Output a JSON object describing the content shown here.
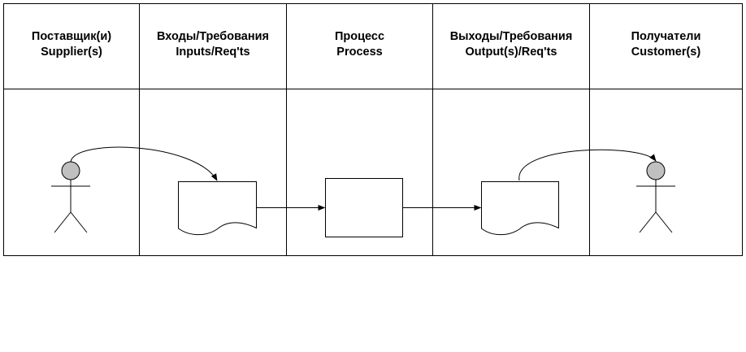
{
  "columns": [
    {
      "line1": "Поставщик(и)",
      "line2": "Supplier(s)"
    },
    {
      "line1": "Входы/Требования",
      "line2": "Inputs/Req'ts"
    },
    {
      "line1": "Процесс",
      "line2": "Process"
    },
    {
      "line1": "Выходы/Требования",
      "line2": "Output(s)/Req'ts"
    },
    {
      "line1": "Получатели",
      "line2": "Customer(s)"
    }
  ],
  "colors": {
    "stroke": "#000000",
    "head_fill": "#c0c0c0",
    "background": "#ffffff"
  },
  "shapes": {
    "supplier": "stick-figure",
    "inputs": "document",
    "process": "rectangle",
    "outputs": "document",
    "customer": "stick-figure"
  }
}
